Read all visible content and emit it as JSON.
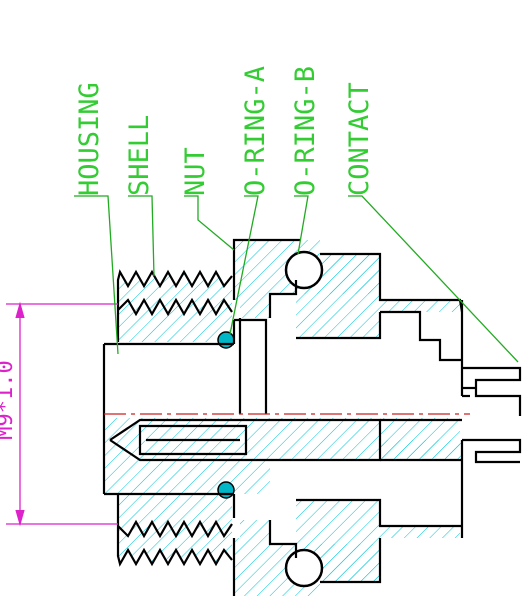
{
  "colors": {
    "outline": "#000000",
    "hatch": "#00c8d8",
    "leader": "#22aa22",
    "label": "#33cc33",
    "dimension": "#dd22cc",
    "centerline": "#cc2222",
    "oring_fill": "#00b7c8"
  },
  "labels": [
    {
      "id": "housing",
      "text": "HOUSING"
    },
    {
      "id": "shell",
      "text": "SHELL"
    },
    {
      "id": "nut",
      "text": "NUT"
    },
    {
      "id": "oring_a",
      "text": "O-RING-A"
    },
    {
      "id": "oring_b",
      "text": "O-RING-B"
    },
    {
      "id": "contact",
      "text": "CONTACT"
    }
  ],
  "dimension": {
    "text": "M9*1.0"
  }
}
